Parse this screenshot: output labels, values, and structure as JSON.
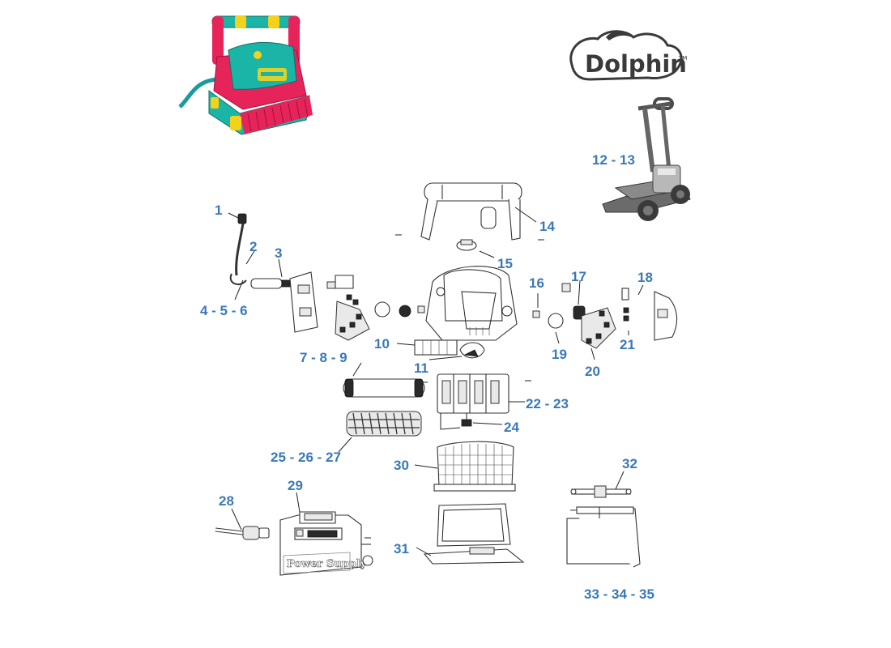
{
  "brand": {
    "logo_text": "Dolphin",
    "trademark": "TM"
  },
  "product_photo": {
    "caption": "",
    "accent_colors": [
      "#e6245a",
      "#1bb5a8",
      "#f4d21c"
    ]
  },
  "parts_labels": {
    "p1": "1",
    "p2": "2",
    "p3": "3",
    "p4_6": "4 - 5 - 6",
    "p7_9": "7 - 8 - 9",
    "p10": "10",
    "p11": "11",
    "p12_13": "12 - 13",
    "p14": "14",
    "p15": "15",
    "p16": "16",
    "p17": "17",
    "p18": "18",
    "p19": "19",
    "p20": "20",
    "p21": "21",
    "p22_23": "22 - 23",
    "p24": "24",
    "p25_27": "25 - 26 - 27",
    "p28": "28",
    "p29": "29",
    "p30": "30",
    "p31": "31",
    "p32": "32",
    "p33_35": "33 - 34 - 35"
  },
  "power_supply": {
    "label": "Power Supply"
  },
  "colors": {
    "label_blue": "#3a78b8",
    "line": "#222222"
  }
}
